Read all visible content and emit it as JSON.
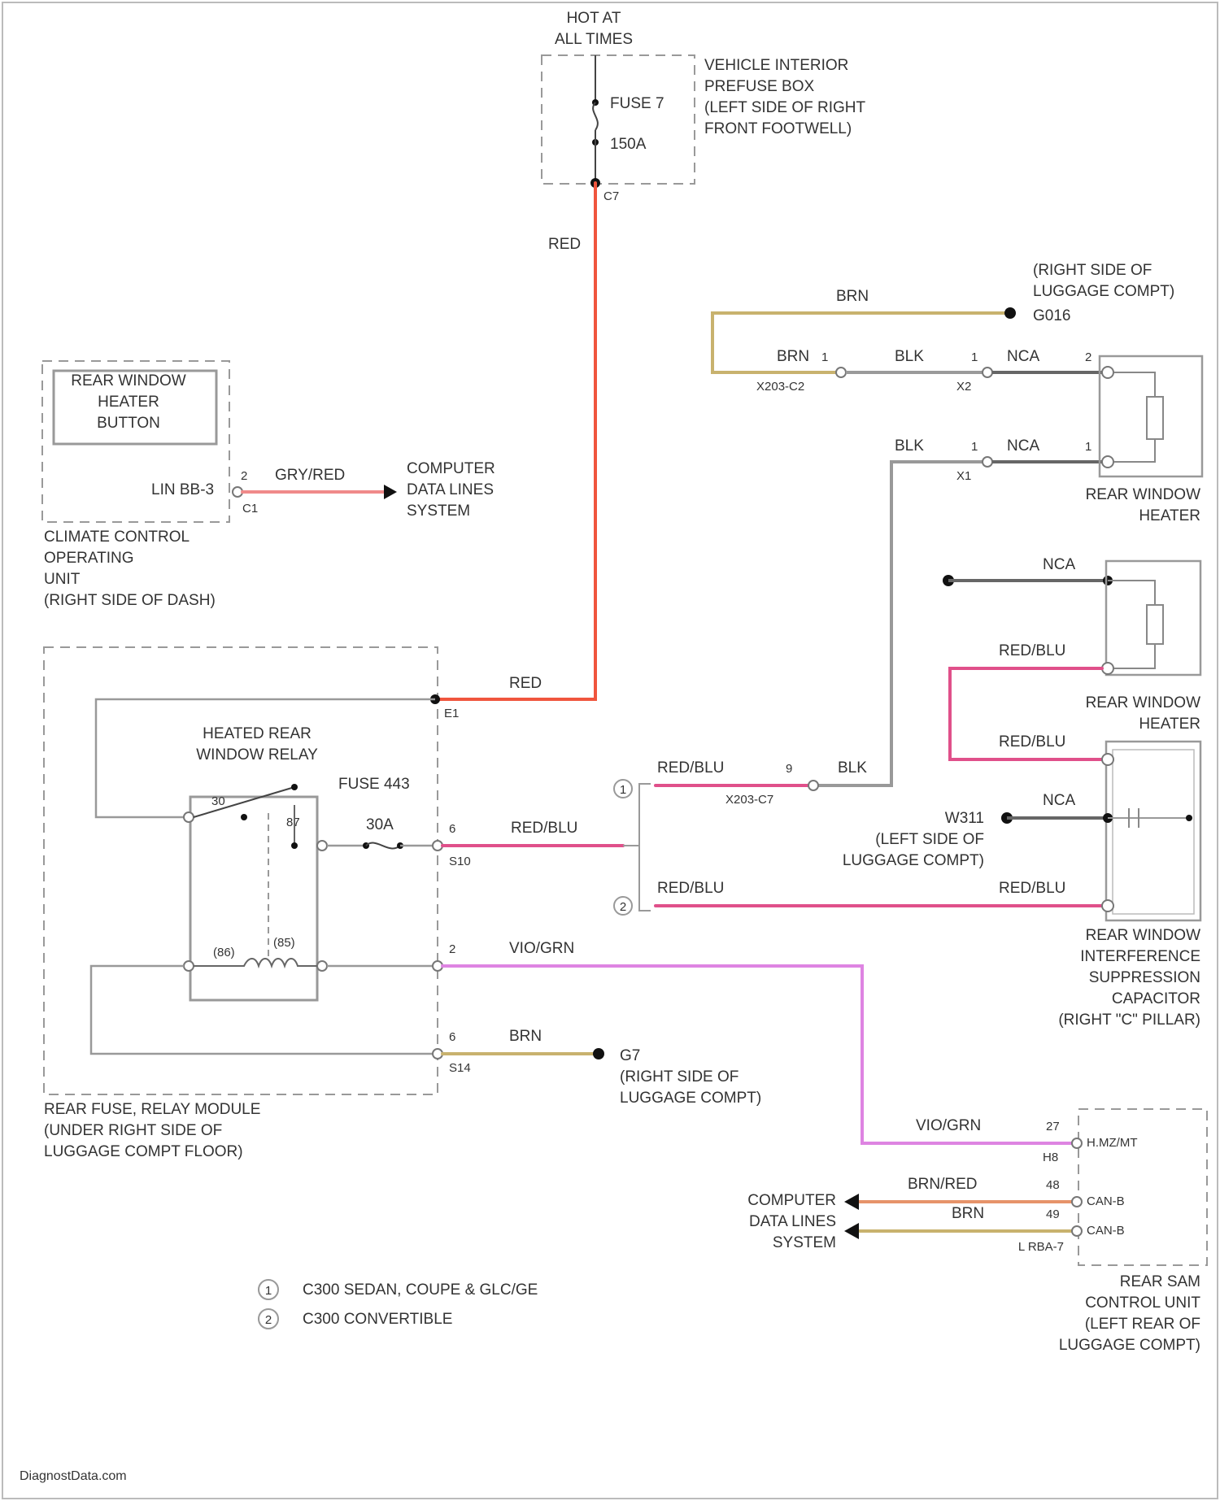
{
  "colors": {
    "red": "#f0553d",
    "red_blu": "#e0508a",
    "vio_grn": "#de84e2",
    "brn": "#c8b26e",
    "blk": "#9a9a9a",
    "nca": "#666666",
    "brn_red": "#e6936a",
    "brn_can": "#c8b26e",
    "frame": "#999999"
  },
  "power": {
    "hot_line1": "HOT AT",
    "hot_line2": "ALL TIMES",
    "fuse_name": "FUSE 7",
    "fuse_rating": "150A",
    "pin": "C7",
    "box_label": [
      "VEHICLE INTERIOR",
      "PREFUSE BOX",
      "(LEFT SIDE OF RIGHT",
      "FRONT FOOTWELL)"
    ],
    "wire_color": "RED"
  },
  "climate": {
    "button": [
      "REAR WINDOW",
      "HEATER",
      "BUTTON"
    ],
    "lin": "LIN BB-3",
    "pin_num": "2",
    "pin_conn": "C1",
    "wire": "GRY/RED",
    "target": [
      "COMPUTER",
      "DATA LINES",
      "SYSTEM"
    ],
    "unit": [
      "CLIMATE CONTROL",
      "OPERATING",
      "UNIT",
      "(RIGHT SIDE OF DASH)"
    ]
  },
  "ground_g016": {
    "wire": "BRN",
    "location": [
      "(RIGHT SIDE OF",
      "LUGGAGE COMPT)"
    ],
    "ground": "G016",
    "wire2": "BRN",
    "pin2": "1",
    "conn2": "X203-C2",
    "blk1": "BLK",
    "blk1_pin": "1",
    "blk1_conn": "X2",
    "nca1": "NCA",
    "nca1_pin": "2",
    "blk2": "BLK",
    "blk2_pin": "1",
    "blk2_conn": "X1",
    "nca2": "NCA",
    "nca2_pin": "1",
    "heater_label": [
      "REAR WINDOW",
      "HEATER"
    ]
  },
  "heater2": {
    "nca": "NCA",
    "redblu": "RED/BLU",
    "label": [
      "REAR WINDOW",
      "HEATER"
    ]
  },
  "module": {
    "red_wire": "RED",
    "pin_e1": "E1",
    "relay": [
      "HEATED REAR",
      "WINDOW RELAY"
    ],
    "fuse": "FUSE 443",
    "fuse_rating": "30A",
    "pin30": "30",
    "pin87": "87",
    "pin86": "(86)",
    "pin85": "(85)",
    "out_pin": "6",
    "out_conn": "S10",
    "out_wire": "RED/BLU",
    "vio_pin": "2",
    "vio_wire": "VIO/GRN",
    "brn_pin": "6",
    "brn_conn": "S14",
    "brn_wire": "BRN",
    "ground": "G7",
    "ground_loc": [
      "(RIGHT SIDE OF",
      "LUGGAGE COMPT)"
    ],
    "label": [
      "REAR FUSE, RELAY MODULE",
      "(UNDER RIGHT SIDE OF",
      "LUGGAGE COMPT FLOOR)"
    ]
  },
  "split": {
    "mark1": "1",
    "mark2": "2",
    "redblu_a": "RED/BLU",
    "pin9": "9",
    "blk": "BLK",
    "conn": "X203-C7",
    "redblu_b": "RED/BLU"
  },
  "capacitor": {
    "redblu_top": "RED/BLU",
    "nca": "NCA",
    "ground": "W311",
    "ground_loc": [
      "(LEFT SIDE OF",
      "LUGGAGE COMPT)"
    ],
    "redblu_bottom": "RED/BLU",
    "label": [
      "REAR WINDOW",
      "INTERFERENCE",
      "SUPPRESSION",
      "CAPACITOR",
      "(RIGHT \"C\" PILLAR)"
    ]
  },
  "sam": {
    "vio_wire": "VIO/GRN",
    "pin27": "27",
    "conn_h8": "H8",
    "h_label": "H.MZ/MT",
    "brnred": "BRN/RED",
    "pin48": "48",
    "can_h": "CAN-B",
    "brn": "BRN",
    "pin49": "49",
    "can_l": "CAN-B",
    "lrba": "L RBA-7",
    "target": [
      "COMPUTER",
      "DATA LINES",
      "SYSTEM"
    ],
    "label": [
      "REAR SAM",
      "CONTROL UNIT",
      "(LEFT REAR OF",
      "LUGGAGE COMPT)"
    ]
  },
  "legend": [
    {
      "mark": "1",
      "text": "C300 SEDAN, COUPE & GLC/GE"
    },
    {
      "mark": "2",
      "text": "C300 CONVERTIBLE"
    }
  ],
  "footer": "DiagnostData.com"
}
